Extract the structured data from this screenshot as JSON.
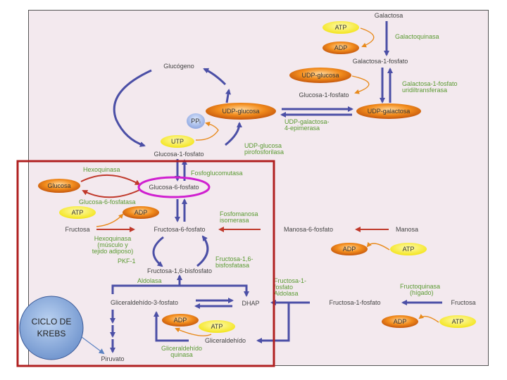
{
  "colors": {
    "background": "#f3e9ee",
    "pathway_arrow": "#4b4fa6",
    "enzyme_text": "#5a9a32",
    "atp_pill": "#f6ec1c",
    "adp_pill": "#f28c1c",
    "highlight_box": "#b02020",
    "highlight_ellipse": "#d020d0",
    "krebs_circle": "#5b82c2"
  },
  "metabolites": {
    "galactosa": "Galactosa",
    "galactosa_1p": "Galactosa-1-fosfato",
    "glucosa_1p_top": "Glucosa-1-fosfato",
    "glucogeno": "Glucógeno",
    "glucosa_1p": "Glucosa-1-fosfato",
    "glucosa_6p": "Glucosa-6-fosfato",
    "fructosa": "Fructosa",
    "fructosa_6p": "Fructosa-6-fosfato",
    "fructosa_16bp": "Fructosa-1,6-bisfosfato",
    "gliceraldehido_3p": "Gliceraldehído-3-fosfato",
    "dhap": "DHAP",
    "gliceraldehido": "Gliceraldehído",
    "piruvato": "Piruvato",
    "manosa": "Manosa",
    "manosa_6p": "Manosa-6-fosfato",
    "fructosa_right": "Fructosa",
    "fructosa_1p": "Fructosa-1-fosfato",
    "ppi": "PPᵢ"
  },
  "enzymes": {
    "galactoquinasa": "Galactoquinasa",
    "gal1p_transferasa_1": "Galactosa-1-fosfato",
    "gal1p_transferasa_2": "uridiltransferasa",
    "epimerasa_1": "UDP-galactosa-",
    "epimerasa_2": "4-epimerasa",
    "pirofosforilasa_1": "UDP-glucosa",
    "pirofosforilasa_2": "pirofosforilasa",
    "hexoquinasa": "Hexoquinasa",
    "glucosa_6_fosfatasa": "Glucosa-6-fosfatasa",
    "fosfoglucomutasa": "Fosfoglucomutasa",
    "hexoquinasa_musculo_1": "Hexoquinasa",
    "hexoquinasa_musculo_2": "(músculo y",
    "hexoquinasa_musculo_3": "tejido adiposo)",
    "pfk1": "PKF-1",
    "fbpasa_1": "Fructosa-1,6-",
    "fbpasa_2": "bisfosfatasa",
    "aldolasa": "Aldolasa",
    "fosfomanosa_1": "Fosfomanosa",
    "fosfomanosa_2": "isomerasa",
    "fructosa1p_aldolasa_1": "Fructosa-1-",
    "fructosa1p_aldolasa_2": "fosfato",
    "fructosa1p_aldolasa_3": "Aldolasa",
    "fructoquinasa_1": "Fructoquinasa",
    "fructoquinasa_2": "(hígado)",
    "gliceraldehido_quinasa_1": "Gliceraldehído",
    "gliceraldehido_quinasa_2": "quinasa"
  },
  "pills": {
    "atp": "ATP",
    "adp": "ADP",
    "udp_glucosa": "UDP-glucosa",
    "udp_galactosa": "UDP-galactosa",
    "utp": "UTP",
    "glucosa": "Glucosa"
  },
  "callout": {
    "krebs_line1": "CICLO DE",
    "krebs_line2": "KREBS"
  }
}
